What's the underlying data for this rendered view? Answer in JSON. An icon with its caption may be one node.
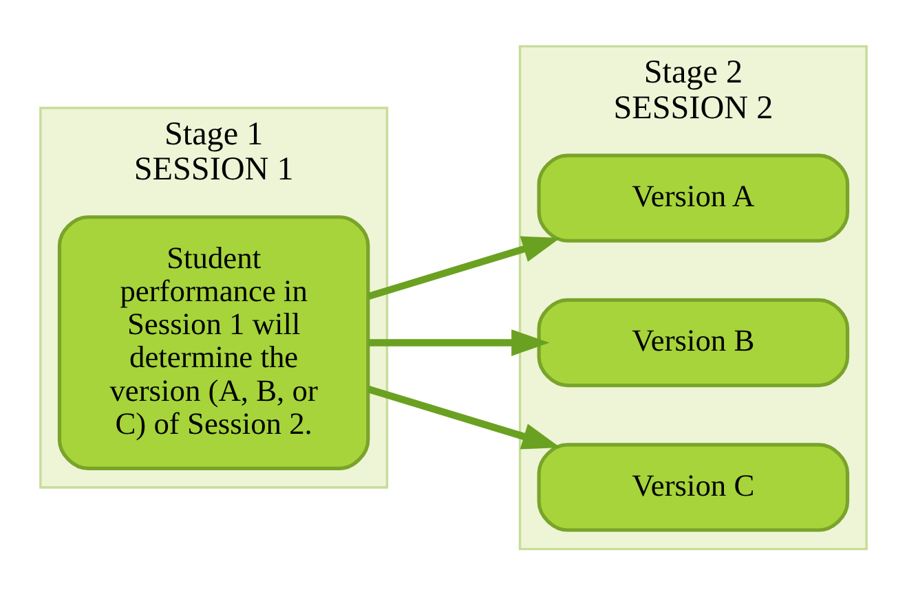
{
  "diagram": {
    "nodes": [
      {
        "text": [
          "Stage 1 SESSION 1"
        ]
      },
      {
        "text": [
          "Student performance in Session 1 will determine the version (A, B, or C) of Session 2."
        ],
        "in": 0
      },
      {
        "text": [
          "Stage 2 SESSION 2"
        ]
      },
      {
        "text": [
          "Version A"
        ],
        "in": 2
      },
      {
        "text": [
          "Version B"
        ],
        "in": 2
      },
      {
        "text": [
          "Version C"
        ],
        "in": 2
      }
    ],
    "edges": [
      {
        "from": 1,
        "to": 3,
        "arrow": "to"
      },
      {
        "from": 1,
        "to": 4,
        "arrow": "to"
      },
      {
        "from": 1,
        "to": 5,
        "arrow": "to"
      }
    ]
  }
}
